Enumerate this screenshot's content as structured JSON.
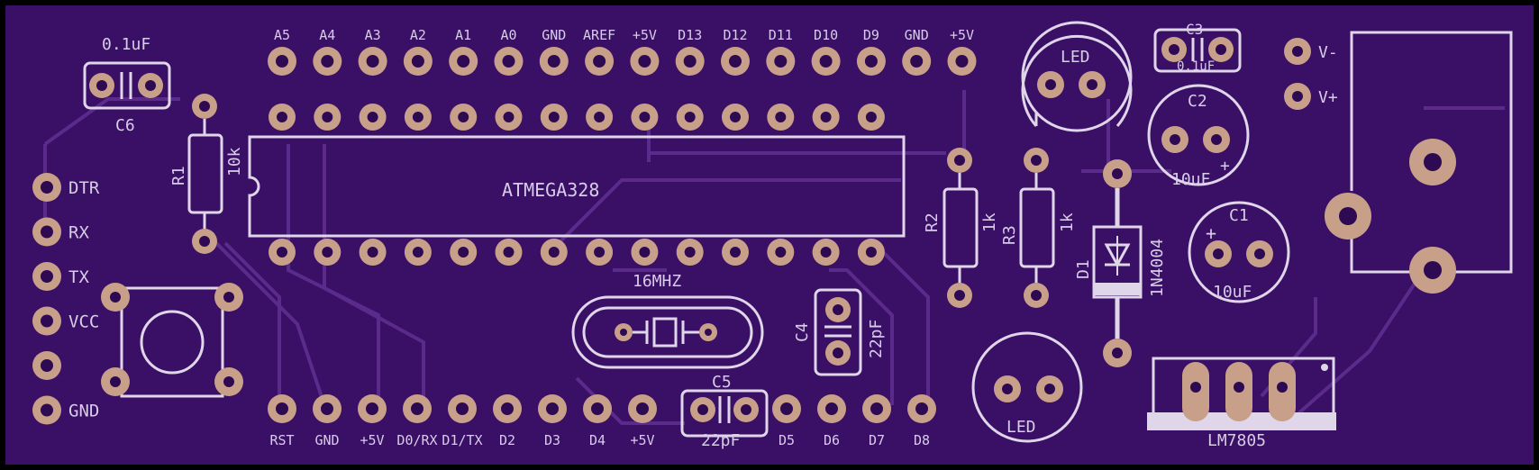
{
  "colors": {
    "board_fill": "#3a0f66",
    "board_edge": "#000000",
    "trace": "#5a2b8a",
    "silk": "#e0d6ea",
    "pad": "#c8a089",
    "hole": "#2e0a52"
  },
  "header_top_labels": [
    "A5",
    "A4",
    "A3",
    "A2",
    "A1",
    "A0",
    "GND",
    "AREF",
    "+5V",
    "D13",
    "D12",
    "D11",
    "D10",
    "D9",
    "GND",
    "+5V"
  ],
  "header_bottom_labels": [
    "RST",
    "GND",
    "+5V",
    "D0/RX",
    "D1/TX",
    "D2",
    "D3",
    "D4",
    "+5V",
    "",
    "",
    "",
    "D5",
    "D6",
    "D7",
    "D8"
  ],
  "side_pins": [
    "DTR",
    "RX",
    "TX",
    "VCC",
    "",
    "GND"
  ],
  "power_pins": [
    "V-",
    "V+"
  ],
  "parts": {
    "chip": "ATMEGA328",
    "crystal": "16MHZ",
    "r1_name": "R1",
    "r1_value": "10k",
    "r2_name": "R2",
    "r2_value": "1k",
    "r3_name": "R3",
    "r3_value": "1k",
    "c2_name": "C2",
    "c2_value": "10uF",
    "c1_name": "C1",
    "c1_value": "10uF",
    "c3_name": "C3",
    "c3_value": "0.1uF",
    "c4_name": "C4",
    "c4_value": "22pF",
    "c5_name": "C5",
    "c5_value": "22pF",
    "c6_name": "C6",
    "c6_value": "0.1uF",
    "d1_name": "D1",
    "d1_value": "1N4004",
    "led_top": "LED",
    "led_bottom": "LED",
    "regulator": "LM7805",
    "plus_sign": "+"
  }
}
